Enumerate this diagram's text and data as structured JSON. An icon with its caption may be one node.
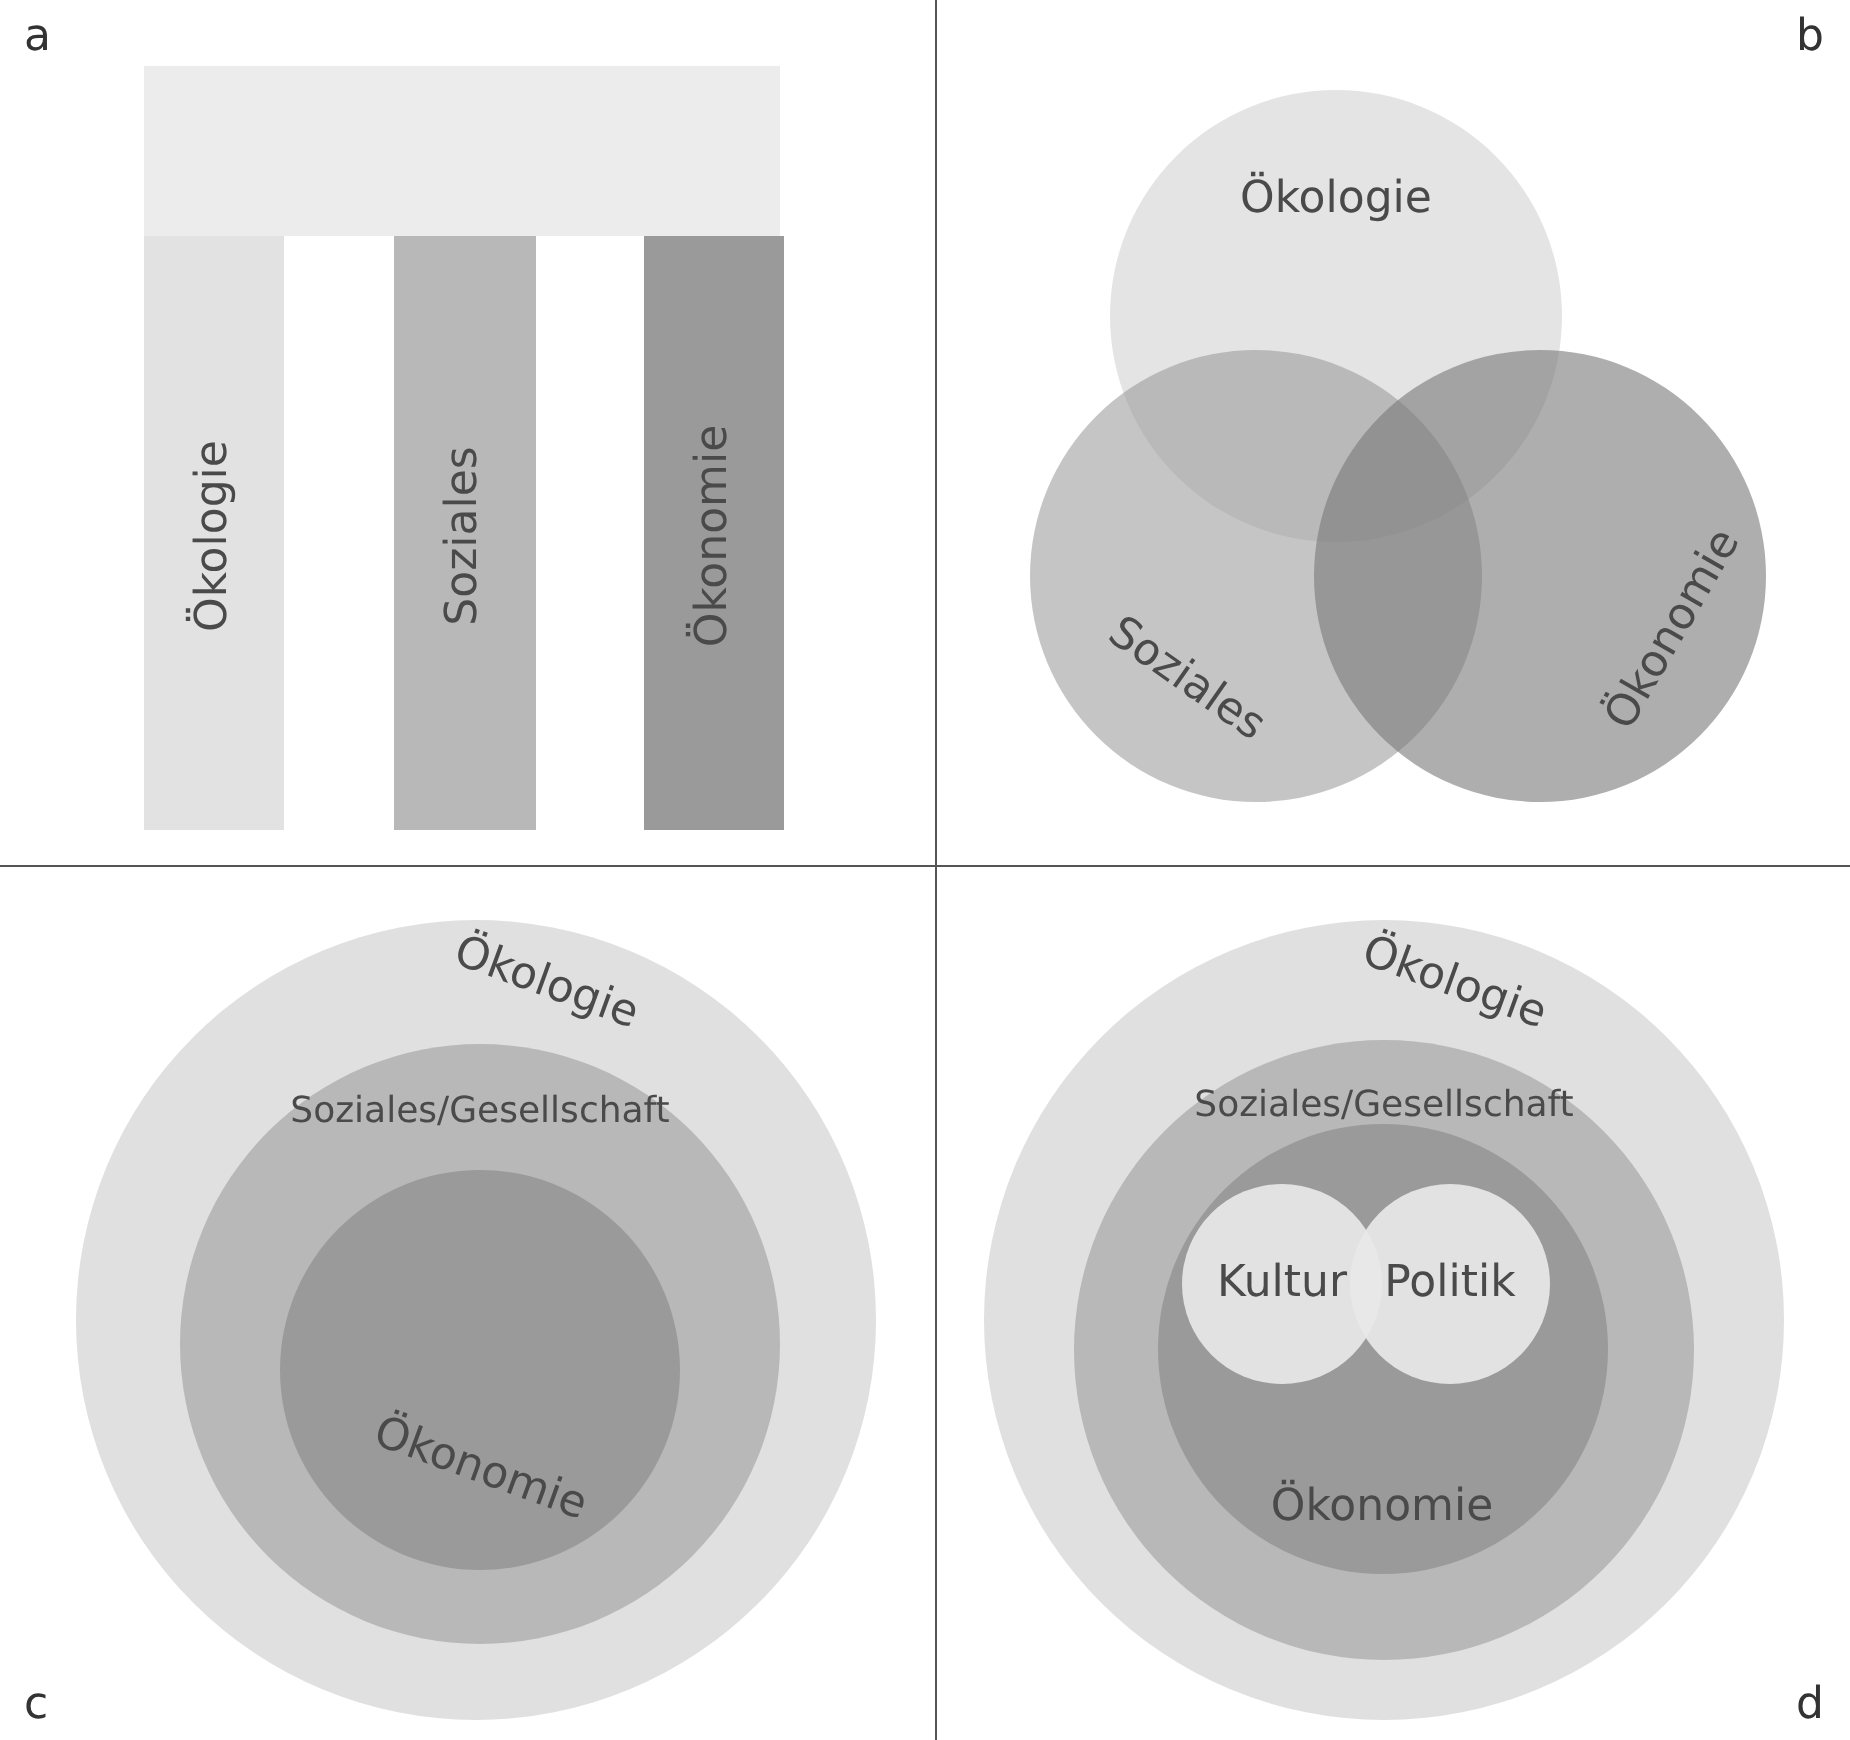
{
  "diagram": {
    "nodes": [
      {
        "text": [],
        "shape": "bar"
      },
      {
        "text": [
          "Ökologie"
        ]
      },
      {
        "text": [
          "Soziales"
        ]
      },
      {
        "text": [
          "Ökonomie"
        ]
      },
      {
        "text": [
          "Ökologie"
        ]
      },
      {
        "text": [
          "Soziales"
        ]
      },
      {
        "text": [
          "Ökonomie"
        ]
      },
      {
        "text": [
          "Ökologie"
        ]
      },
      {
        "text": [
          "Soziales/Gesellschaft"
        ],
        "in": 7
      },
      {
        "text": [
          "Ökonomie"
        ],
        "in": 8
      },
      {
        "text": [
          "Ökologie"
        ]
      },
      {
        "text": [
          "Soziales/Gesellschaft"
        ],
        "in": 10
      },
      {
        "text": [
          "Ökonomie"
        ],
        "in": 11
      },
      {
        "text": [
          "Kultur"
        ],
        "in": 12
      },
      {
        "text": [
          "Politik"
        ],
        "in": 12
      }
    ],
    "labels": [
      "a",
      "b",
      "c",
      "d"
    ]
  }
}
